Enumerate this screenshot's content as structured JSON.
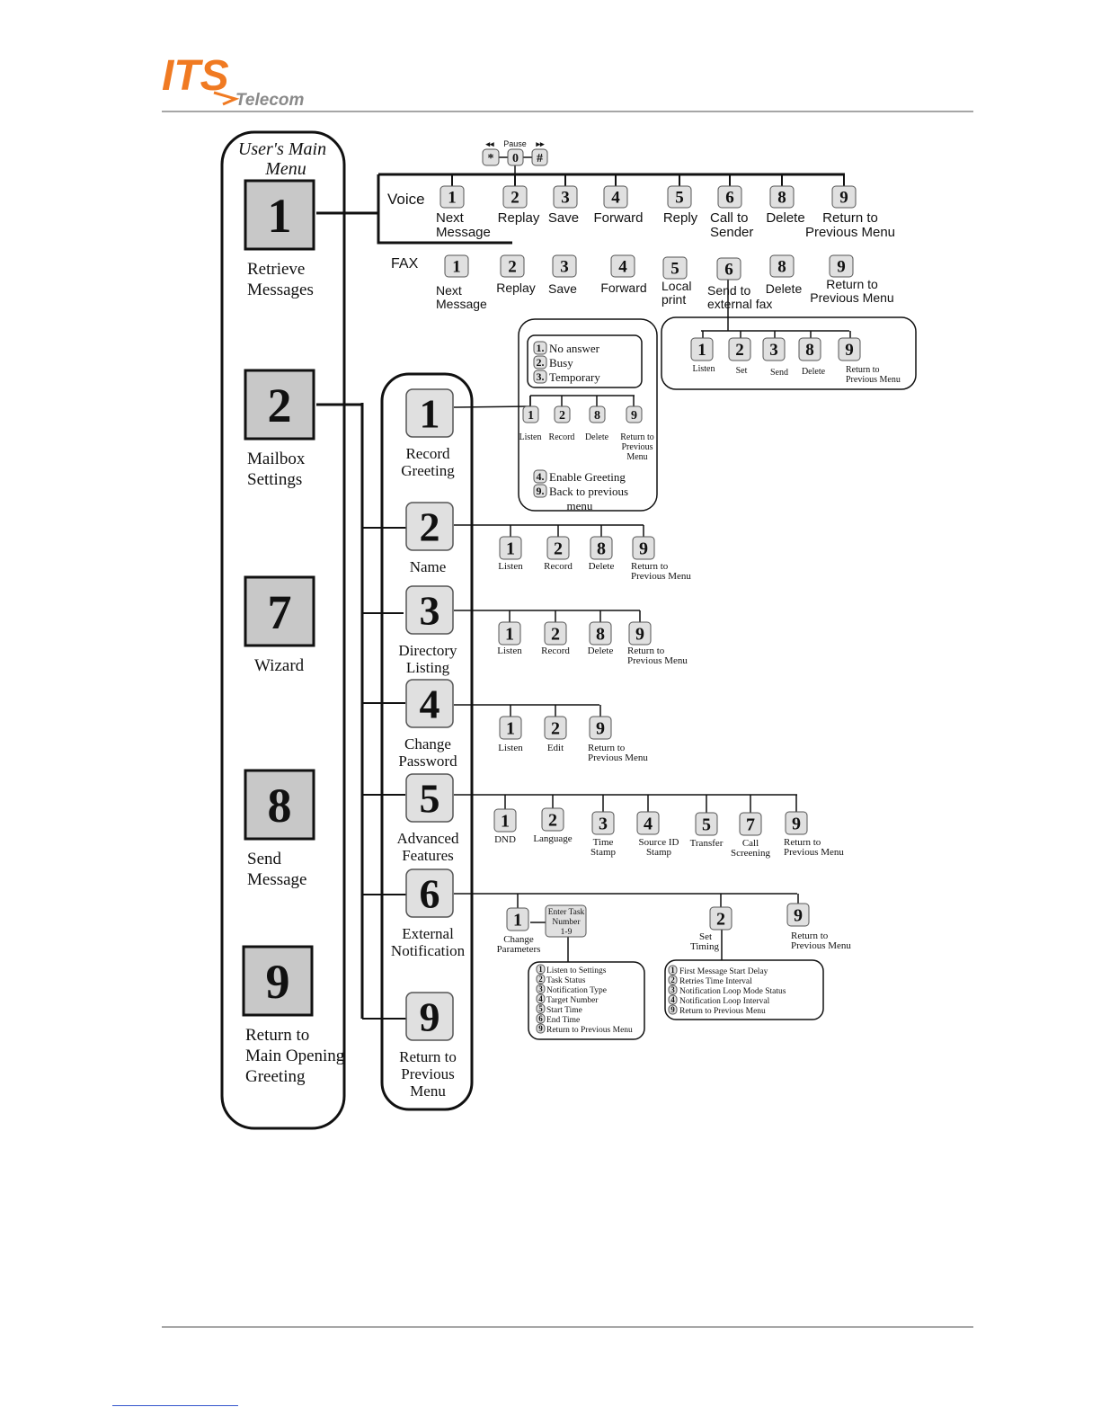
{
  "header": {
    "logo_main": "ITS",
    "logo_sub": "Telecom"
  },
  "title": {
    "line1": "User's Main",
    "line2": "Menu"
  },
  "playback": {
    "rewind": "◂◂",
    "pause": "Pause",
    "forward": "▸▸",
    "k_star": "*",
    "k_zero": "0",
    "k_hash": "#"
  },
  "main_menu": [
    {
      "key": "1",
      "label": [
        "Retrieve",
        "Messages"
      ]
    },
    {
      "key": "2",
      "label": [
        "Mailbox",
        "Settings"
      ]
    },
    {
      "key": "7",
      "label": [
        "Wizard"
      ]
    },
    {
      "key": "8",
      "label": [
        "Send",
        "Message"
      ]
    },
    {
      "key": "9",
      "label": [
        "Return to",
        "Main Opening",
        "Greeting"
      ]
    }
  ],
  "voice": {
    "label": "Voice",
    "items": [
      {
        "key": "1",
        "label": [
          "Next",
          "Message"
        ]
      },
      {
        "key": "2",
        "label": [
          "Replay"
        ]
      },
      {
        "key": "3",
        "label": [
          "Save"
        ]
      },
      {
        "key": "4",
        "label": [
          "Forward"
        ]
      },
      {
        "key": "5",
        "label": [
          "Reply"
        ]
      },
      {
        "key": "6",
        "label": [
          "Call to",
          "Sender"
        ]
      },
      {
        "key": "8",
        "label": [
          "Delete"
        ]
      },
      {
        "key": "9",
        "label": [
          "Return to",
          "Previous Menu"
        ]
      }
    ]
  },
  "fax": {
    "label": "FAX",
    "items": [
      {
        "key": "1",
        "label": [
          "Next",
          "Message"
        ]
      },
      {
        "key": "2",
        "label": [
          "Replay"
        ]
      },
      {
        "key": "3",
        "label": [
          "Save"
        ]
      },
      {
        "key": "4",
        "label": [
          "Forward"
        ]
      },
      {
        "key": "5",
        "label": [
          "Local",
          "print"
        ]
      },
      {
        "key": "6",
        "label": [
          "Send to",
          "external fax"
        ]
      },
      {
        "key": "8",
        "label": [
          "Delete"
        ]
      },
      {
        "key": "9",
        "label": [
          "Return to",
          "Previous Menu"
        ]
      }
    ],
    "external": [
      {
        "key": "1",
        "label": [
          "Listen"
        ]
      },
      {
        "key": "2",
        "label": [
          "Set"
        ]
      },
      {
        "key": "3",
        "label": [
          "Send"
        ]
      },
      {
        "key": "8",
        "label": [
          "Delete"
        ]
      },
      {
        "key": "9",
        "label": [
          "Return to",
          "Previous Menu"
        ]
      }
    ]
  },
  "settings_menu": [
    {
      "key": "1",
      "label": [
        "Record",
        "Greeting"
      ]
    },
    {
      "key": "2",
      "label": [
        "Name"
      ]
    },
    {
      "key": "3",
      "label": [
        "Directory",
        "Listing"
      ]
    },
    {
      "key": "4",
      "label": [
        "Change",
        "Password"
      ]
    },
    {
      "key": "5",
      "label": [
        "Advanced",
        "Features"
      ]
    },
    {
      "key": "6",
      "label": [
        "External",
        "Notification"
      ]
    },
    {
      "key": "9",
      "label": [
        "Return to",
        "Previous",
        "Menu"
      ]
    }
  ],
  "greeting": {
    "types": [
      {
        "key": "1.",
        "label": "No answer"
      },
      {
        "key": "2.",
        "label": "Busy"
      },
      {
        "key": "3.",
        "label": "Temporary"
      }
    ],
    "actions": [
      {
        "key": "1",
        "label": [
          "Listen"
        ]
      },
      {
        "key": "2",
        "label": [
          "Record"
        ]
      },
      {
        "key": "8",
        "label": [
          "Delete"
        ]
      },
      {
        "key": "9",
        "label": [
          "Return to",
          "Previous",
          "Menu"
        ]
      }
    ],
    "extras": [
      {
        "key": "4.",
        "label": [
          "Enable Greeting"
        ]
      },
      {
        "key": "9.",
        "label": [
          "Back to previous",
          "menu"
        ]
      }
    ]
  },
  "name_actions": [
    {
      "key": "1",
      "label": [
        "Listen"
      ]
    },
    {
      "key": "2",
      "label": [
        "Record"
      ]
    },
    {
      "key": "8",
      "label": [
        "Delete"
      ]
    },
    {
      "key": "9",
      "label": [
        "Return to",
        "Previous Menu"
      ]
    }
  ],
  "directory_actions": [
    {
      "key": "1",
      "label": [
        "Listen"
      ]
    },
    {
      "key": "2",
      "label": [
        "Record"
      ]
    },
    {
      "key": "8",
      "label": [
        "Delete"
      ]
    },
    {
      "key": "9",
      "label": [
        "Return to",
        "Previous Menu"
      ]
    }
  ],
  "password_actions": [
    {
      "key": "1",
      "label": [
        "Listen"
      ]
    },
    {
      "key": "2",
      "label": [
        "Edit"
      ]
    },
    {
      "key": "9",
      "label": [
        "Return to",
        "Previous Menu"
      ]
    }
  ],
  "advanced_actions": [
    {
      "key": "1",
      "label": [
        "DND"
      ]
    },
    {
      "key": "2",
      "label": [
        "Language"
      ]
    },
    {
      "key": "3",
      "label": [
        "Time",
        "Stamp"
      ]
    },
    {
      "key": "4",
      "label": [
        "Source ID",
        "Stamp"
      ]
    },
    {
      "key": "5",
      "label": [
        "Transfer"
      ]
    },
    {
      "key": "7",
      "label": [
        "Call",
        "Screening"
      ]
    },
    {
      "key": "9",
      "label": [
        "Return to",
        "Previous Menu"
      ]
    }
  ],
  "notification": {
    "change": {
      "key": "1",
      "label": [
        "Change",
        "Parameters"
      ]
    },
    "task": [
      "Enter Task",
      "Number",
      "1-9"
    ],
    "timing": {
      "key": "2",
      "label": [
        "Set",
        "Timing"
      ]
    },
    "return": {
      "key": "9",
      "label": [
        "Return to",
        "Previous Menu"
      ]
    },
    "param_list": [
      {
        "key": "1.",
        "label": "Listen to Settings"
      },
      {
        "key": "2.",
        "label": "Task Status"
      },
      {
        "key": "3.",
        "label": "Notification Type"
      },
      {
        "key": "4.",
        "label": "Target Number"
      },
      {
        "key": "5.",
        "label": "Start Time"
      },
      {
        "key": "6.",
        "label": "End Time"
      },
      {
        "key": "9.",
        "label": "Return to Previous Menu"
      }
    ],
    "timing_list": [
      {
        "key": "1.",
        "label": "First Message Start Delay"
      },
      {
        "key": "2.",
        "label": "Retries Time Interval"
      },
      {
        "key": "3.",
        "label": "Notification Loop Mode Status"
      },
      {
        "key": "4.",
        "label": "Notification Loop Interval"
      },
      {
        "key": "9.",
        "label": "Return to Previous Menu"
      }
    ]
  }
}
